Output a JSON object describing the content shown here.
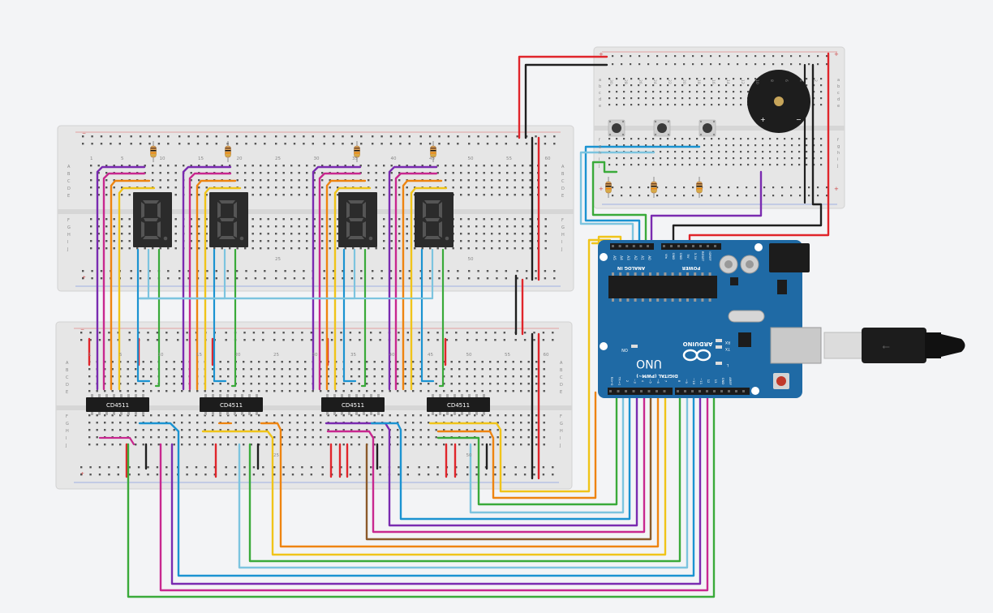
{
  "canvas": {
    "background": "#f3f4f6"
  },
  "chip_label": "CD4511",
  "arduino": {
    "board_name": "UNO",
    "brand": "ARDUINO",
    "analog_in_label": "ANALOG IN",
    "power_label": "POWER",
    "digital_label": "DIGITAL (PWM~)",
    "on_label": "ON",
    "rx_label": "RX",
    "tx_label": "TX",
    "l_label": "L",
    "aref_label": "AREF",
    "gnd_label": "GND",
    "analog_pins": [
      "A5",
      "A4",
      "A3",
      "A2",
      "A1",
      "A0"
    ],
    "power_pins": [
      "Vin",
      "GND",
      "GND",
      "5V",
      "3.3V",
      "RESET",
      "IOREF"
    ],
    "digital_pins": [
      "RX←0",
      "TX→1",
      "2",
      "~3",
      "4",
      "~5",
      "~6",
      "7",
      "8",
      "~9",
      "~10",
      "~11",
      "12",
      "13"
    ]
  },
  "breadboard_numbers_top": [
    "1",
    "5",
    "10",
    "15",
    "20",
    "25",
    "30",
    "35",
    "40",
    "45",
    "50",
    "55",
    "60"
  ],
  "breadboard_rows_left": [
    "A",
    "B",
    "C",
    "D",
    "E",
    "F",
    "G",
    "H",
    "I",
    "J"
  ],
  "small_board_numbers": [
    "30",
    "28",
    "26",
    "24",
    "22",
    "20",
    "18",
    "16",
    "14",
    "12",
    "10",
    "8",
    "6",
    "4",
    "2"
  ],
  "small_board_rows": [
    "a",
    "b",
    "c",
    "d",
    "e",
    "f",
    "g",
    "h",
    "i",
    "j"
  ],
  "rail_plus": "+",
  "rail_minus": "−",
  "buzzer": {
    "plus": "+",
    "minus": "−"
  },
  "colors": {
    "red": "#e0252b",
    "black": "#1f1f1f",
    "purple": "#7a2bb0",
    "magenta": "#c8288f",
    "orange": "#ee8410",
    "yellow": "#f0c419",
    "blue": "#1b93d1",
    "lightblue": "#7cc4df",
    "green": "#3aaa3a",
    "brown": "#8b5a2b",
    "board": "#1f6aa5"
  }
}
